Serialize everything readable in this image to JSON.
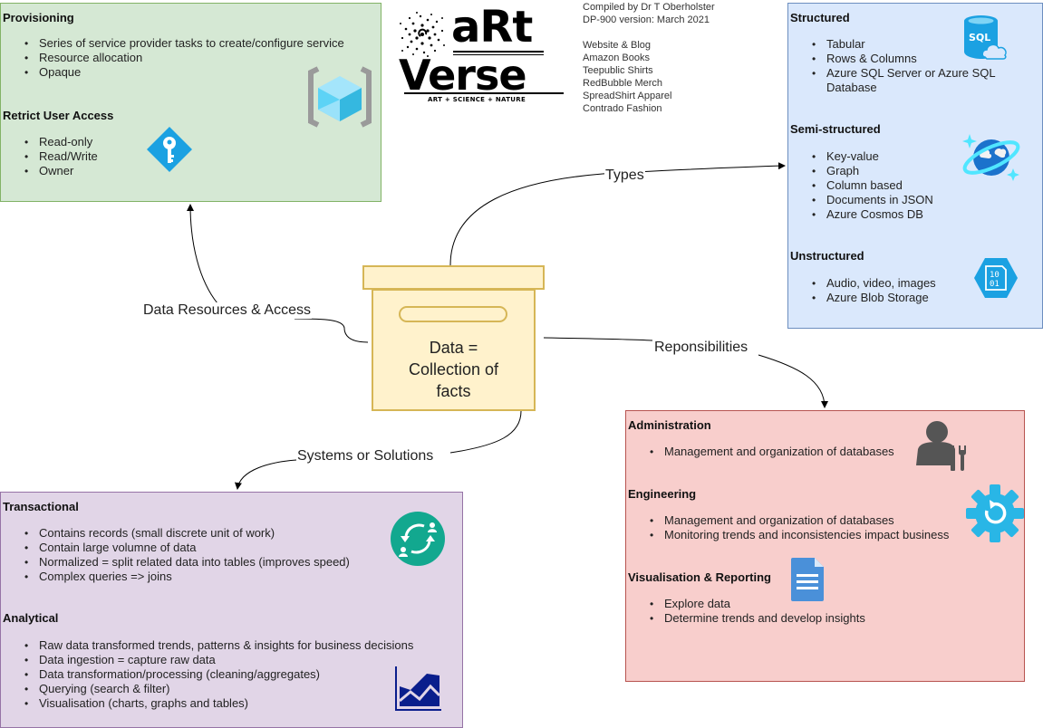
{
  "center": {
    "label": "Data =\nCollection of\nfacts"
  },
  "edges": {
    "types": "Types",
    "resources": "Data Resources & Access",
    "responsibilities": "Reponsibilities",
    "systems": "Systems or Solutions"
  },
  "logo": {
    "line1": "aRt",
    "line2": "Verse",
    "tagline": "ART + SCIENCE + NATURE"
  },
  "credits": {
    "author": "Compiled by Dr T Oberholster",
    "version": "DP-900 version: March 2021",
    "links": [
      "Website & Blog",
      "Amazon Books",
      "Teepublic Shirts",
      "RedBubble Merch",
      "SpreadShirt Apparel",
      "Contrado Fashion"
    ]
  },
  "resources_panel": {
    "sections": [
      {
        "title": "Provisioning",
        "icon": "resource-cube-icon",
        "items": [
          "Series of service provider tasks to create/configure service",
          "Resource allocation",
          "Opaque"
        ]
      },
      {
        "title": "Retrict User Access",
        "icon": "key-icon",
        "items": [
          "Read-only",
          "Read/Write",
          "Owner"
        ]
      }
    ]
  },
  "types_panel": {
    "sections": [
      {
        "title": "Structured",
        "icon": "sql-database-icon",
        "items": [
          "Tabular",
          "Rows & Columns",
          "Azure SQL Server or Azure SQL Database"
        ]
      },
      {
        "title": "Semi-structured",
        "icon": "cosmos-db-icon",
        "items": [
          "Key-value",
          "Graph",
          "Column based",
          "Documents in JSON",
          "Azure Cosmos DB"
        ]
      },
      {
        "title": "Unstructured",
        "icon": "blob-storage-icon",
        "items": [
          "Audio, video, images",
          "Azure Blob Storage"
        ]
      }
    ]
  },
  "systems_panel": {
    "sections": [
      {
        "title": "Transactional",
        "icon": "sync-users-icon",
        "items": [
          "Contains records (small discrete unit of work)",
          "Contain large volumne of data",
          "Normalized = split related data into tables (improves speed)",
          "Complex queries => joins"
        ]
      },
      {
        "title": "Analytical",
        "icon": "area-chart-icon",
        "items": [
          "Raw data transformed trends, patterns & insights for business decisions",
          "Data ingestion = capture raw data",
          "Data transformation/processing (cleaning/aggregates)",
          "Querying (search & filter)",
          "Visualisation (charts, graphs and tables)"
        ]
      }
    ]
  },
  "responsibilities_panel": {
    "sections": [
      {
        "title": "Administration",
        "icon": "admin-user-tools-icon",
        "items": [
          "Management and organization of databases"
        ]
      },
      {
        "title": "Engineering",
        "icon": "gear-refresh-icon",
        "items": [
          "Management and organization of databases",
          "Monitoring trends and inconsistencies impact business"
        ]
      },
      {
        "title": "Visualisation & Reporting",
        "icon": "document-icon",
        "items": [
          "Explore data",
          "Determine trends and develop insights"
        ]
      }
    ]
  },
  "colors": {
    "green_fill": "#d5e8d4",
    "green_stroke": "#82b366",
    "blue_fill": "#dae8fc",
    "blue_stroke": "#6c8ebf",
    "purple_fill": "#e1d5e7",
    "purple_stroke": "#9673a6",
    "red_fill": "#f8cecc",
    "red_stroke": "#b85450",
    "yellow_fill": "#fff2cc",
    "yellow_stroke": "#d6b656",
    "azure_blue": "#29b6e6"
  }
}
